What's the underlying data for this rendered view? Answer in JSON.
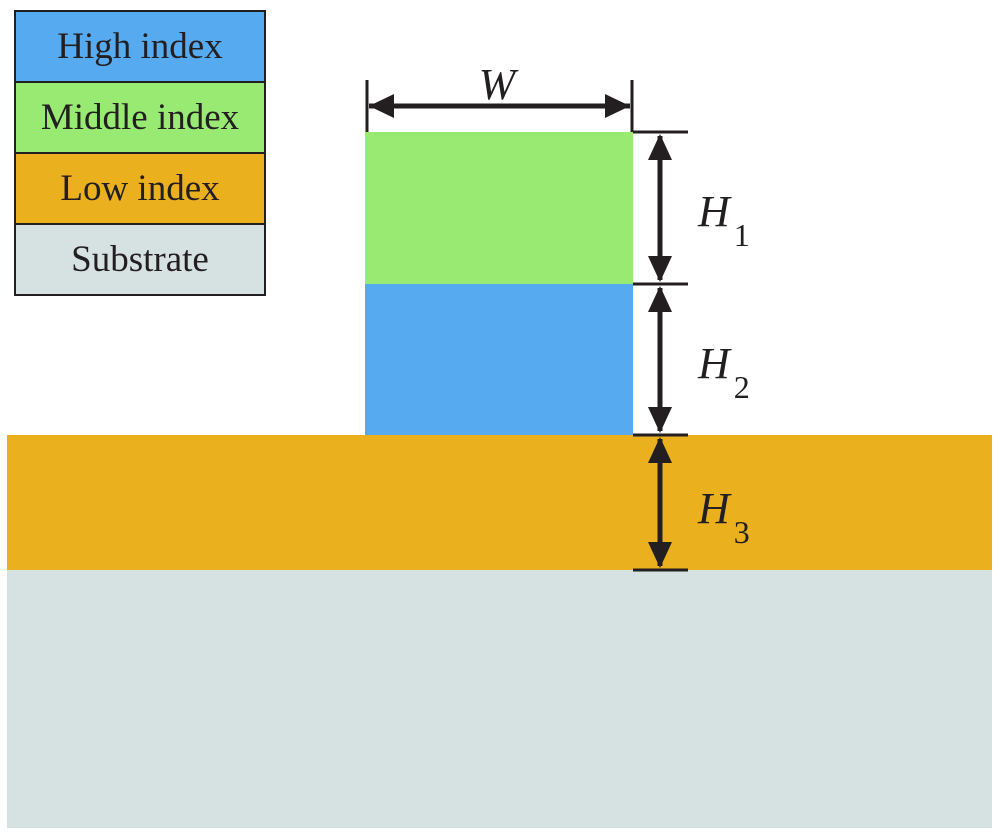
{
  "legend": {
    "items": [
      {
        "label": "High index",
        "color": "#56aaf0"
      },
      {
        "label": "Middle index",
        "color": "#98ea72"
      },
      {
        "label": "Low index",
        "color": "#eab01e"
      },
      {
        "label": "Substrate",
        "color": "#d6e1e2"
      }
    ]
  },
  "dimensions": {
    "width": {
      "var": "W"
    },
    "h1": {
      "var": "H",
      "sub": "1"
    },
    "h2": {
      "var": "H",
      "sub": "2"
    },
    "h3": {
      "var": "H",
      "sub": "3"
    }
  },
  "colors": {
    "line": "#231f20"
  }
}
